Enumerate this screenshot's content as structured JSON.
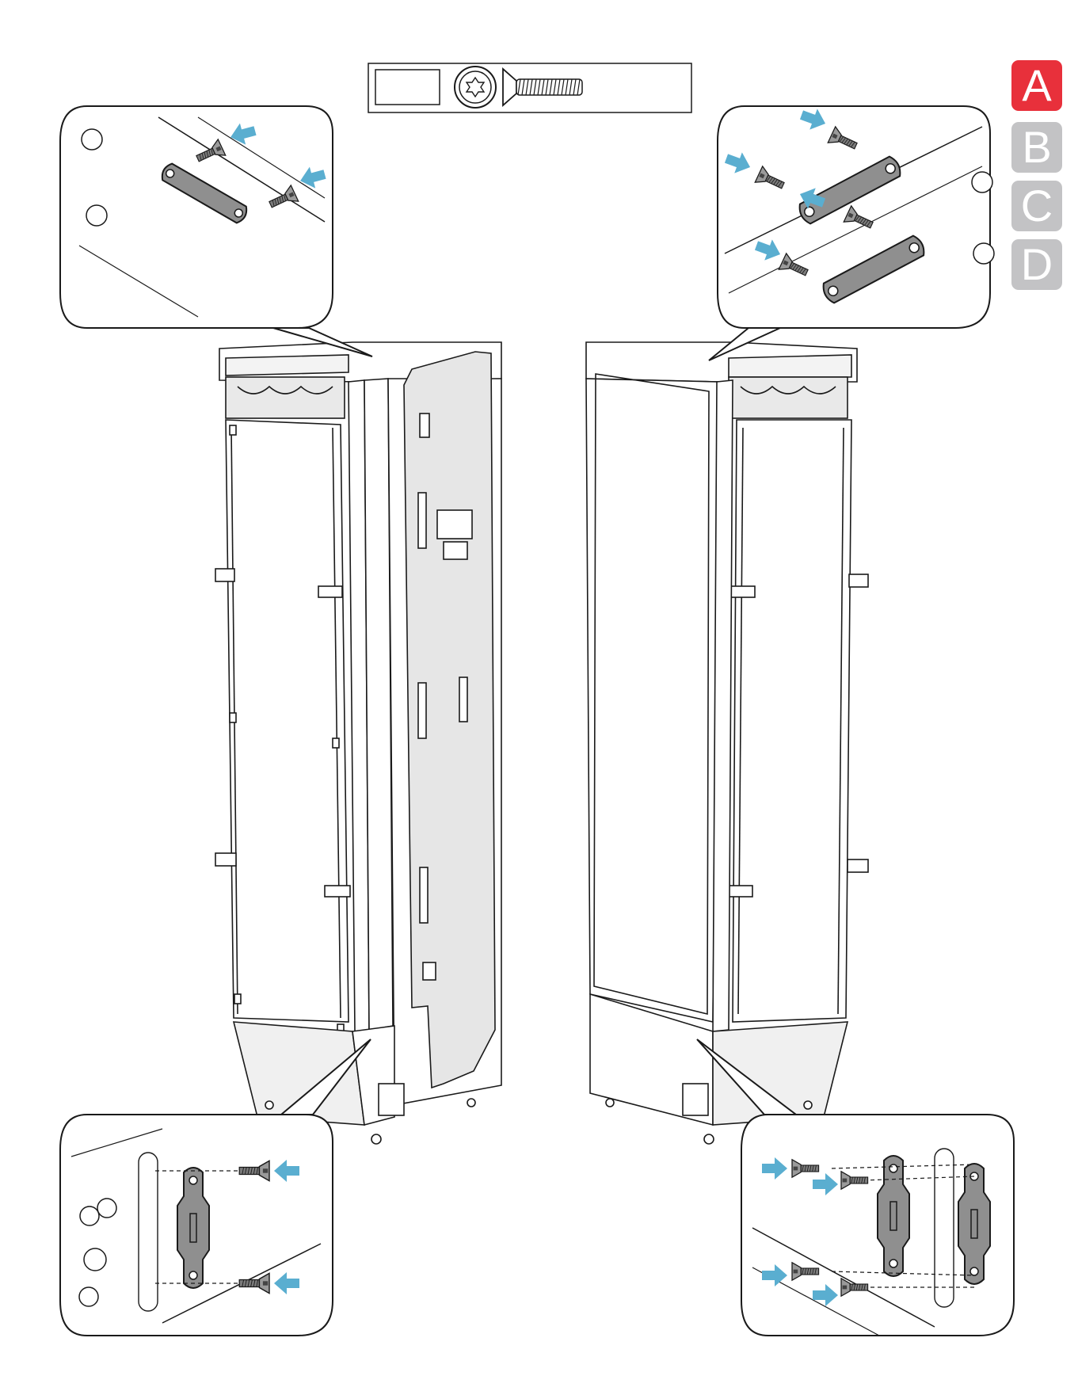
{
  "steps": {
    "items": [
      {
        "label": "A",
        "active": true
      },
      {
        "label": "B",
        "active": false
      },
      {
        "label": "C",
        "active": false
      },
      {
        "label": "D",
        "active": false
      }
    ]
  },
  "colors": {
    "active_step": "#e8303b",
    "inactive_step": "#c3c3c5",
    "arrow": "#5aaed0",
    "panel_fill": "#e6e6e6",
    "bracket_fill": "#8f8f8f",
    "line": "#1a1a1a"
  },
  "icons": {
    "tool": "torx-bit-icon",
    "fastener": "countersunk-screw-icon",
    "direction": "insert-arrow-icon"
  },
  "parts_box": {
    "screw_count_text": ""
  }
}
